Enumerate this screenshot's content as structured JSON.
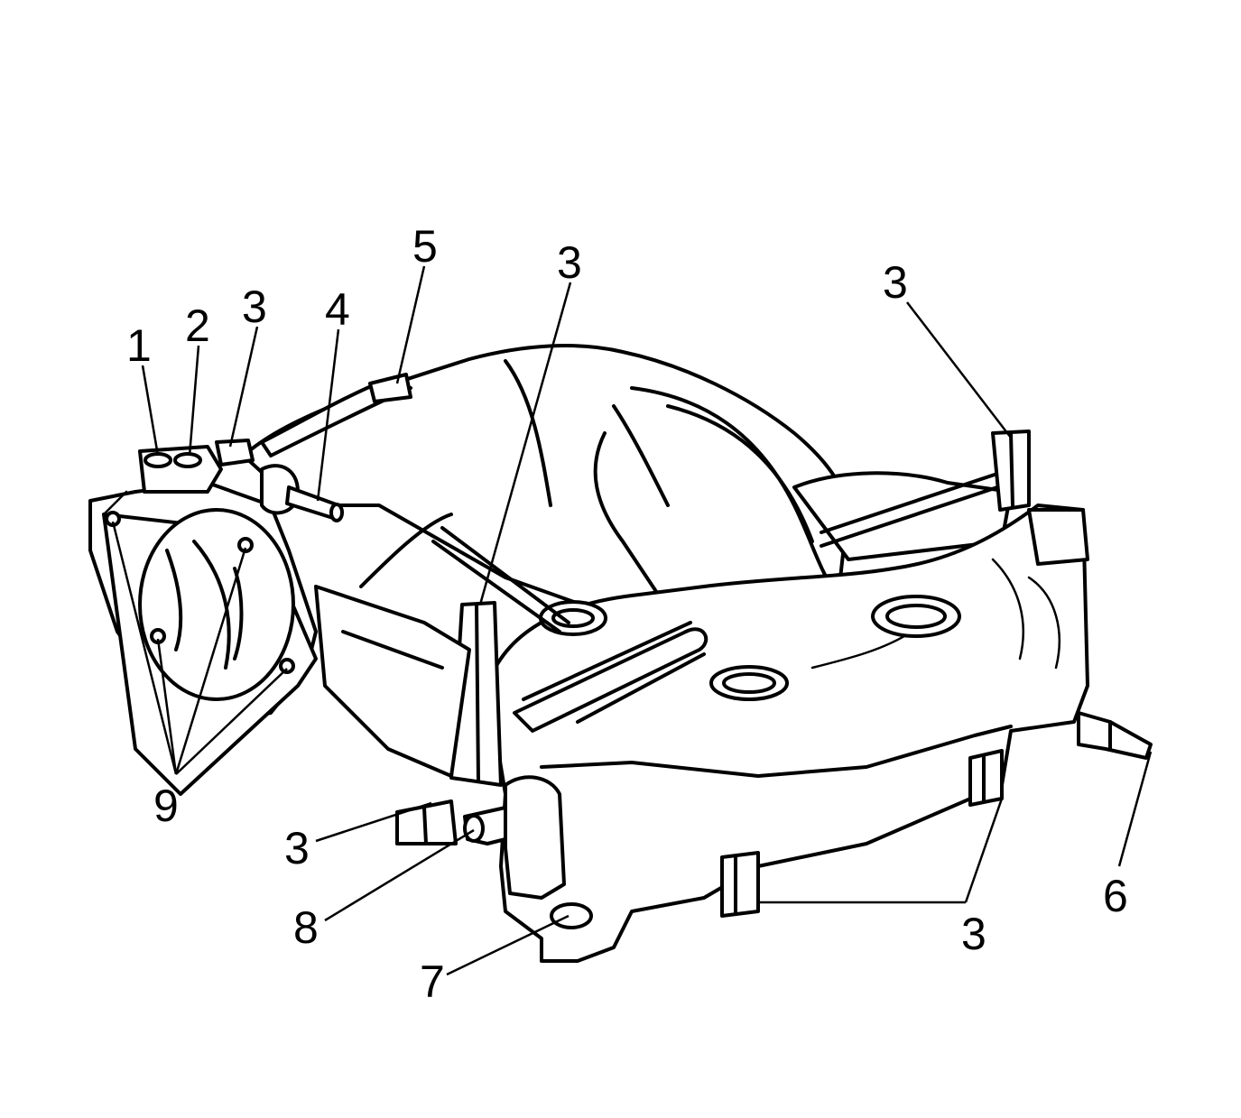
{
  "callouts": [
    {
      "id": "c1",
      "label": "1"
    },
    {
      "id": "c2",
      "label": "2"
    },
    {
      "id": "c3a",
      "label": "3"
    },
    {
      "id": "c4",
      "label": "4"
    },
    {
      "id": "c5",
      "label": "5"
    },
    {
      "id": "c3b",
      "label": "3"
    },
    {
      "id": "c3c",
      "label": "3"
    },
    {
      "id": "c9",
      "label": "9"
    },
    {
      "id": "c3d",
      "label": "3"
    },
    {
      "id": "c8",
      "label": "8"
    },
    {
      "id": "c7",
      "label": "7"
    },
    {
      "id": "c3e",
      "label": "3"
    },
    {
      "id": "c6",
      "label": "6"
    }
  ],
  "colors": {
    "line": "#000000",
    "background": "#ffffff"
  }
}
